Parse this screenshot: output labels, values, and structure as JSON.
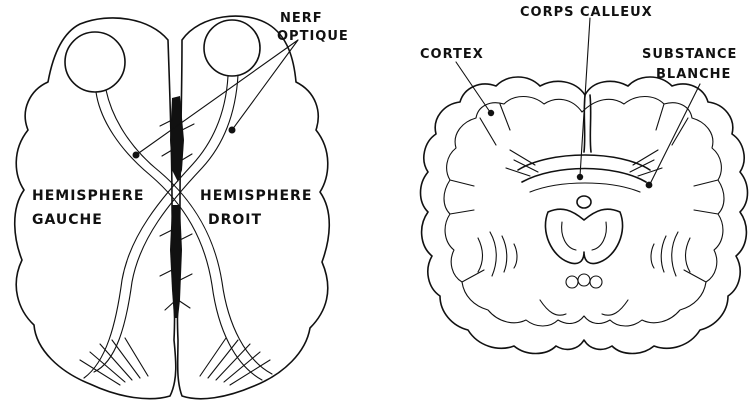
{
  "left_figure": {
    "label_nerve_line1": "NERF",
    "label_nerve_line2": "OPTIQUE",
    "label_left_hemi_line1": "HEMISPHERE",
    "label_left_hemi_line2": "GAUCHE",
    "label_right_hemi_line1": "HEMISPHERE",
    "label_right_hemi_line2": "DROIT"
  },
  "right_figure": {
    "label_corpus": "CORPS CALLEUX",
    "label_cortex": "CORTEX",
    "label_white_line1": "SUBSTANCE",
    "label_white_line2": "BLANCHE"
  },
  "colors": {
    "ink": "#111111",
    "background": "#ffffff"
  }
}
